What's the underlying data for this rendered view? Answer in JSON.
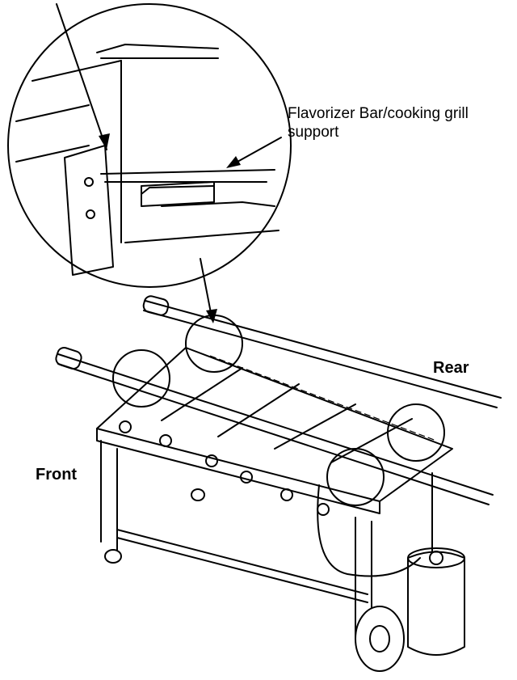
{
  "labels": {
    "callout": "Flavorizer Bar/cooking grill support",
    "rear": "Rear",
    "front": "Front"
  },
  "colors": {
    "ink": "#000000",
    "paper": "#ffffff"
  },
  "icons": [
    "arrow-icon",
    "magnifier-circle-icon",
    "grill-cart-drawing"
  ]
}
